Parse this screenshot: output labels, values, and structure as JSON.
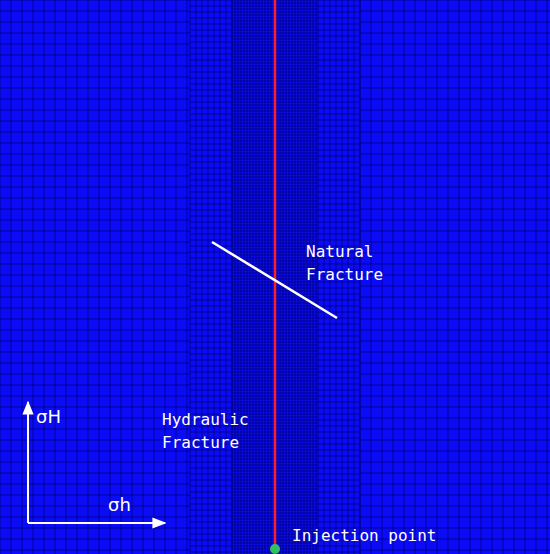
{
  "diagram": {
    "labels": [
      "Natural Fracture",
      "Hydraulic Fracture",
      "Injection point",
      "σH",
      "σh"
    ]
  }
}
